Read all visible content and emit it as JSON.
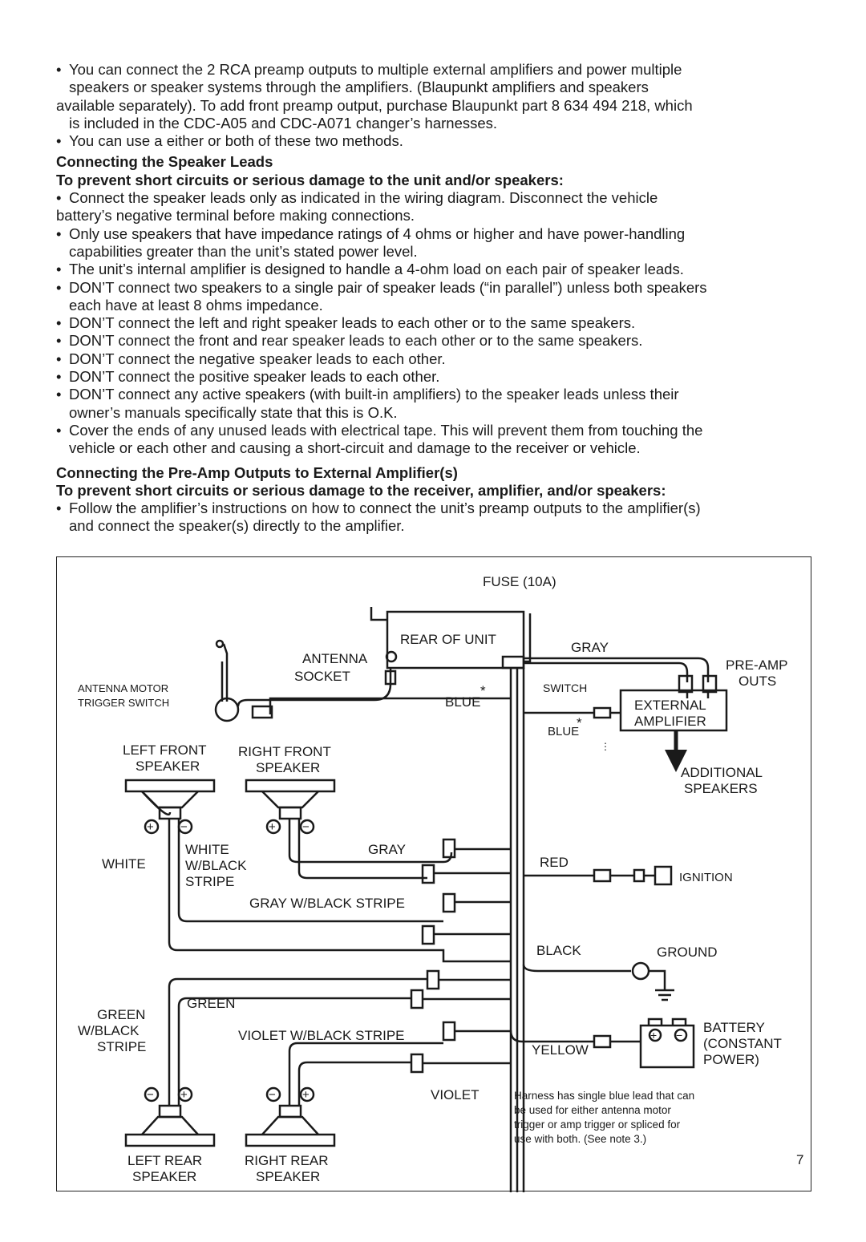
{
  "text": {
    "p1_l1": "You can connect the 2 RCA preamp outputs to multiple external amplifiers and power multiple",
    "p1_l2": "speakers or speaker systems through the amplifiers. (Blaupunkt amplifiers and speakers",
    "p1_l3": "available separately). To add front preamp output, purchase Blaupunkt part 8 634 494 218, which",
    "p1_l4": "is included in the CDC-A05 and CDC-A071 changer’s harnesses.",
    "p2": "You can use a either or both of these two methods.",
    "h1": "Connecting the Speaker Leads",
    "h1b": "To prevent short circuits or serious damage to the unit and/or speakers:",
    "b1_l1": "Connect the speaker leads only as indicated in the wiring diagram. Disconnect the vehicle",
    "b1_l2": "battery’s negative terminal before making connections.",
    "b2_l1": "Only use speakers that have impedance ratings of 4 ohms or higher and have power-handling",
    "b2_l2": "capabilities greater than the unit’s stated power level.",
    "b3": "The unit’s internal amplifier is designed to handle a 4-ohm load on each pair of speaker leads.",
    "b4_l1": "DON’T connect two speakers to a single pair of speaker leads (“in parallel”) unless both speakers",
    "b4_l2": "each have at least 8 ohms impedance.",
    "b5": "DON’T connect the left and right speaker leads to each other or to the same speakers.",
    "b6": "DON’T connect the front and rear speaker leads to each other or to the same speakers.",
    "b7": "DON’T connect the negative speaker leads to each other.",
    "b8": "DON’T connect the positive speaker leads to each other.",
    "b9_l1": "DON’T connect any active speakers (with built-in amplifiers) to the speaker leads unless their",
    "b9_l2": "owner’s manuals specifically state that this is O.K.",
    "b10_l1": "Cover the ends of any unused leads with electrical tape. This will prevent them from touching the",
    "b10_l2": "vehicle or each other and causing a short-circuit and damage to the receiver or vehicle.",
    "h2": "Connecting the Pre-Amp Outputs to External Amplifier(s)",
    "h2b": "To prevent short circuits or serious damage to the receiver, amplifier, and/or speakers:",
    "b11_l1": "Follow the amplifier’s instructions on how to connect the unit’s preamp outputs to the amplifier(s)",
    "b11_l2": "and connect the speaker(s) directly to the amplifier.",
    "bullet": "•"
  },
  "diagram": {
    "fuse": "FUSE (10A)",
    "rear_of_unit": "REAR OF UNIT",
    "gray_top": "GRAY",
    "antenna_1": "ANTENNA",
    "antenna_2": "SOCKET",
    "preamp_1": "PRE-AMP",
    "preamp_2": "OUTS",
    "antenna_motor_1": "ANTENNA MOTOR",
    "antenna_motor_2": "TRIGGER SWITCH",
    "star": "*",
    "switch": "SWITCH",
    "blue": "BLUE",
    "blue_cut": "BLUE",
    "ext_amp_1": "EXTERNAL",
    "ext_amp_2": "AMPLIFIER",
    "left_front_1": "LEFT FRONT",
    "left_front_2": "SPEAKER",
    "right_front_1": "RIGHT FRONT",
    "right_front_2": "SPEAKER",
    "add_spk_1": "ADDITIONAL",
    "add_spk_2": "SPEAKERS",
    "white": "WHITE",
    "white_bs_1": "WHITE",
    "white_bs_2": "W/BLACK",
    "white_bs_3": "STRIPE",
    "gray": "GRAY",
    "red": "RED",
    "ignition": "IGNITION",
    "gray_bs": "GRAY W/BLACK STRIPE",
    "black": "BLACK",
    "ground": "GROUND",
    "green_bs_1": "GREEN",
    "green_bs_2": "W/BLACK",
    "green_bs_3": "STRIPE",
    "green": "GREEN",
    "violet_bs": "VIOLET W/BLACK STRIPE",
    "battery_1": "BATTERY",
    "battery_2": "(CONSTANT",
    "battery_3": "POWER)",
    "yellow": "YELLOW",
    "violet": "VIOLET",
    "note_1": "Harness has single blue lead that can",
    "note_2": "be used for either antenna motor",
    "note_3": "trigger or amp trigger or spliced for",
    "note_4": "use with both. (See note 3.)",
    "left_rear_1": "LEFT REAR",
    "left_rear_2": "SPEAKER",
    "right_rear_1": "RIGHT REAR",
    "right_rear_2": "SPEAKER",
    "plus": "+",
    "minus": "−"
  },
  "page_number": "7"
}
